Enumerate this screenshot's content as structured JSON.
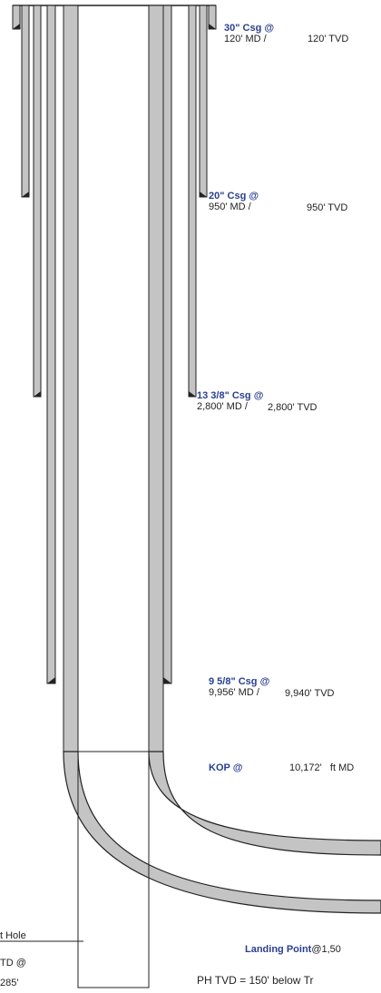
{
  "casings": [
    {
      "name": "30\" Csg @",
      "md": "120' MD /",
      "tvd": "120' TVD"
    },
    {
      "name": "20\" Csg @",
      "md": "950' MD /",
      "tvd": "950' TVD"
    },
    {
      "name": "13 3/8\" Csg @",
      "md": "2,800' MD /",
      "tvd": "2,800' TVD"
    },
    {
      "name": "9 5/8\" Csg @",
      "md": "9,956' MD /",
      "tvd": "9,940' TVD"
    }
  ],
  "kop": {
    "label": "KOP @",
    "value": "10,172'",
    "unit": "ft MD"
  },
  "landing": {
    "label": "Landing Point",
    "value": "@1,50"
  },
  "pilot_hole": {
    "line1": "t Hole",
    "line2": "TD @",
    "line3": "285'"
  },
  "ph_note": "PH TVD = 150' below Tr",
  "colors": {
    "steel": "#c4c4c4",
    "outline": "#222222",
    "label_blue": "#2a3f8f"
  }
}
